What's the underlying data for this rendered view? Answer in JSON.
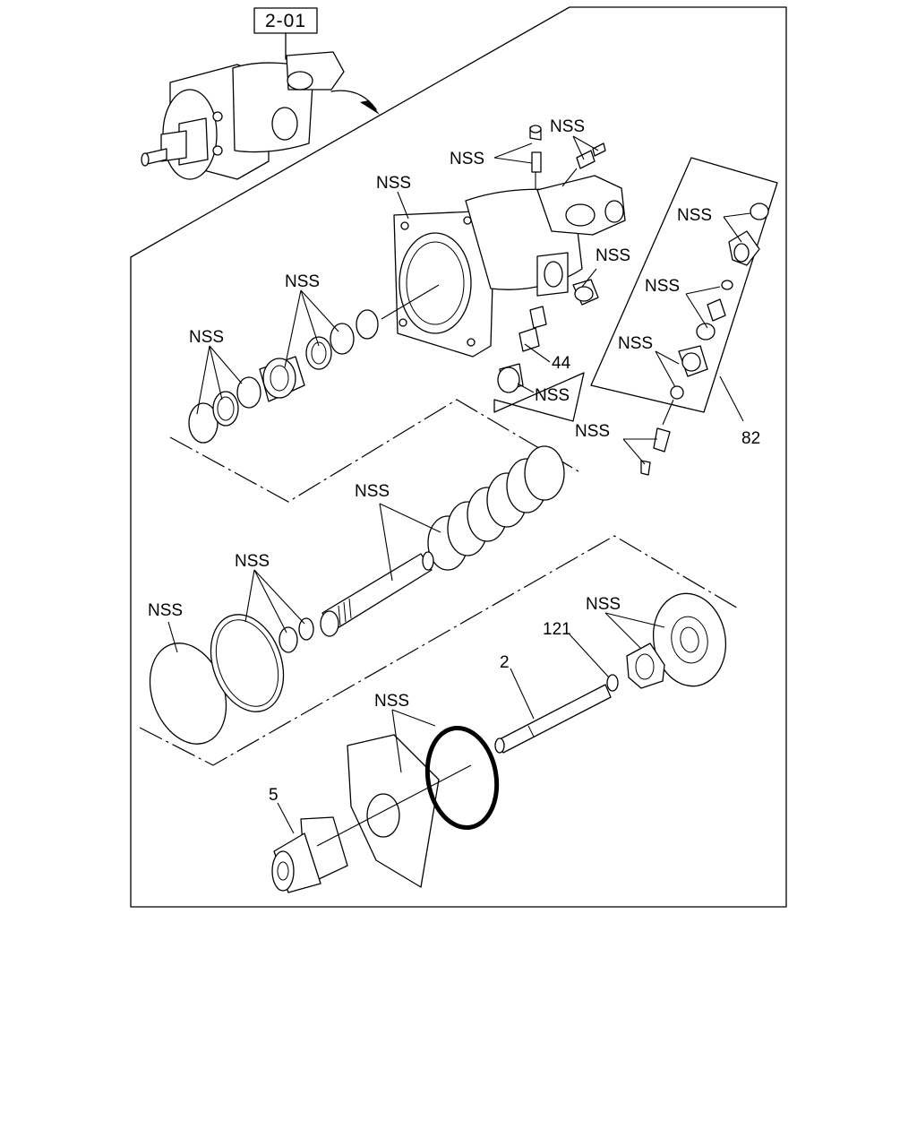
{
  "diagram": {
    "reference_label": "2-01",
    "callouts": {
      "nss": "NSS",
      "p44": "44",
      "p82": "82",
      "p121": "121",
      "p2": "2",
      "p5": "5"
    }
  }
}
